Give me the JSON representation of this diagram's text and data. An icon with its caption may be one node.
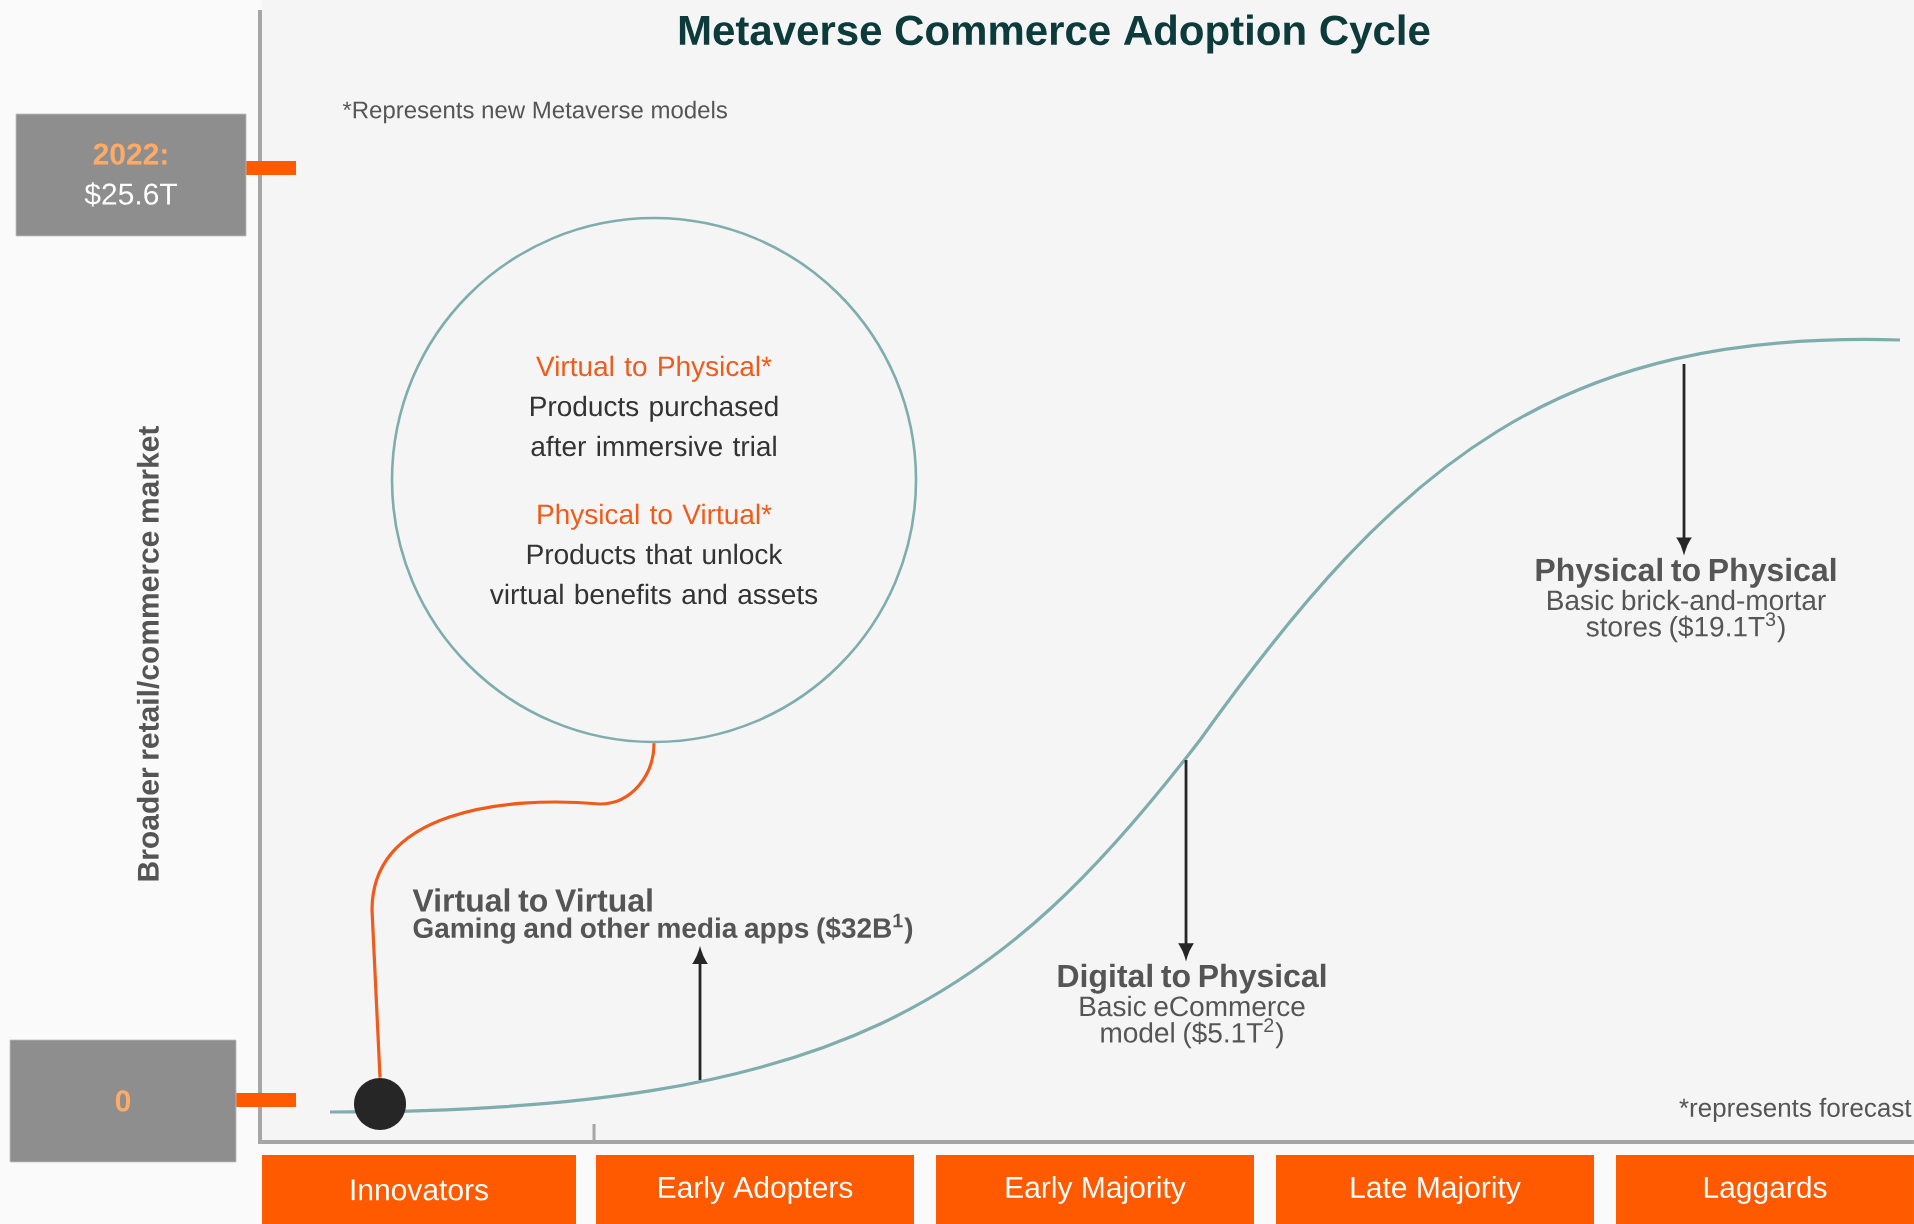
{
  "diagram": {
    "title": "Metaverse Commerce Adoption Cycle",
    "nodes": [
      {
        "text": [
          "2022:",
          "$25.6T"
        ]
      },
      {
        "text": [
          "0"
        ]
      },
      {
        "text": [
          "Virtual to Physical*",
          "Products purchased after immersive trial",
          "Physical to Virtual*",
          "Products that unlock virtual benefits and assets"
        ]
      },
      {
        "text": [],
        "shape": "circle"
      },
      {
        "text": [
          "Virtual to Virtual",
          "Gaming and other media apps ($32B$^{1}$)"
        ]
      },
      {
        "text": [
          "Digital to Physical",
          "Basic eCommerce model ($5.1T$^{2}$)"
        ]
      },
      {
        "text": [
          "Physical to Physical",
          "Basic brick-and-mortar stores ($19.1T$^{3}$)"
        ]
      },
      {
        "text": [
          "Innovators"
        ]
      },
      {
        "text": [
          "Early Adopters"
        ]
      },
      {
        "text": [
          "Early Majority"
        ]
      },
      {
        "text": [
          "Late Majority"
        ]
      },
      {
        "text": [
          "Laggards"
        ]
      }
    ],
    "edges": [
      {
        "from": 2,
        "to": 3,
        "arrow": "none",
        "color": "#f05a1a"
      },
      {
        "from": null,
        "to": 4,
        "arrow": "to"
      },
      {
        "from": null,
        "to": 5,
        "arrow": "to"
      },
      {
        "from": null,
        "to": 6,
        "arrow": "to"
      }
    ],
    "labels": [
      "*Represents new Metaverse models",
      "Broader retail/commerce market",
      "*represents forecast"
    ]
  }
}
